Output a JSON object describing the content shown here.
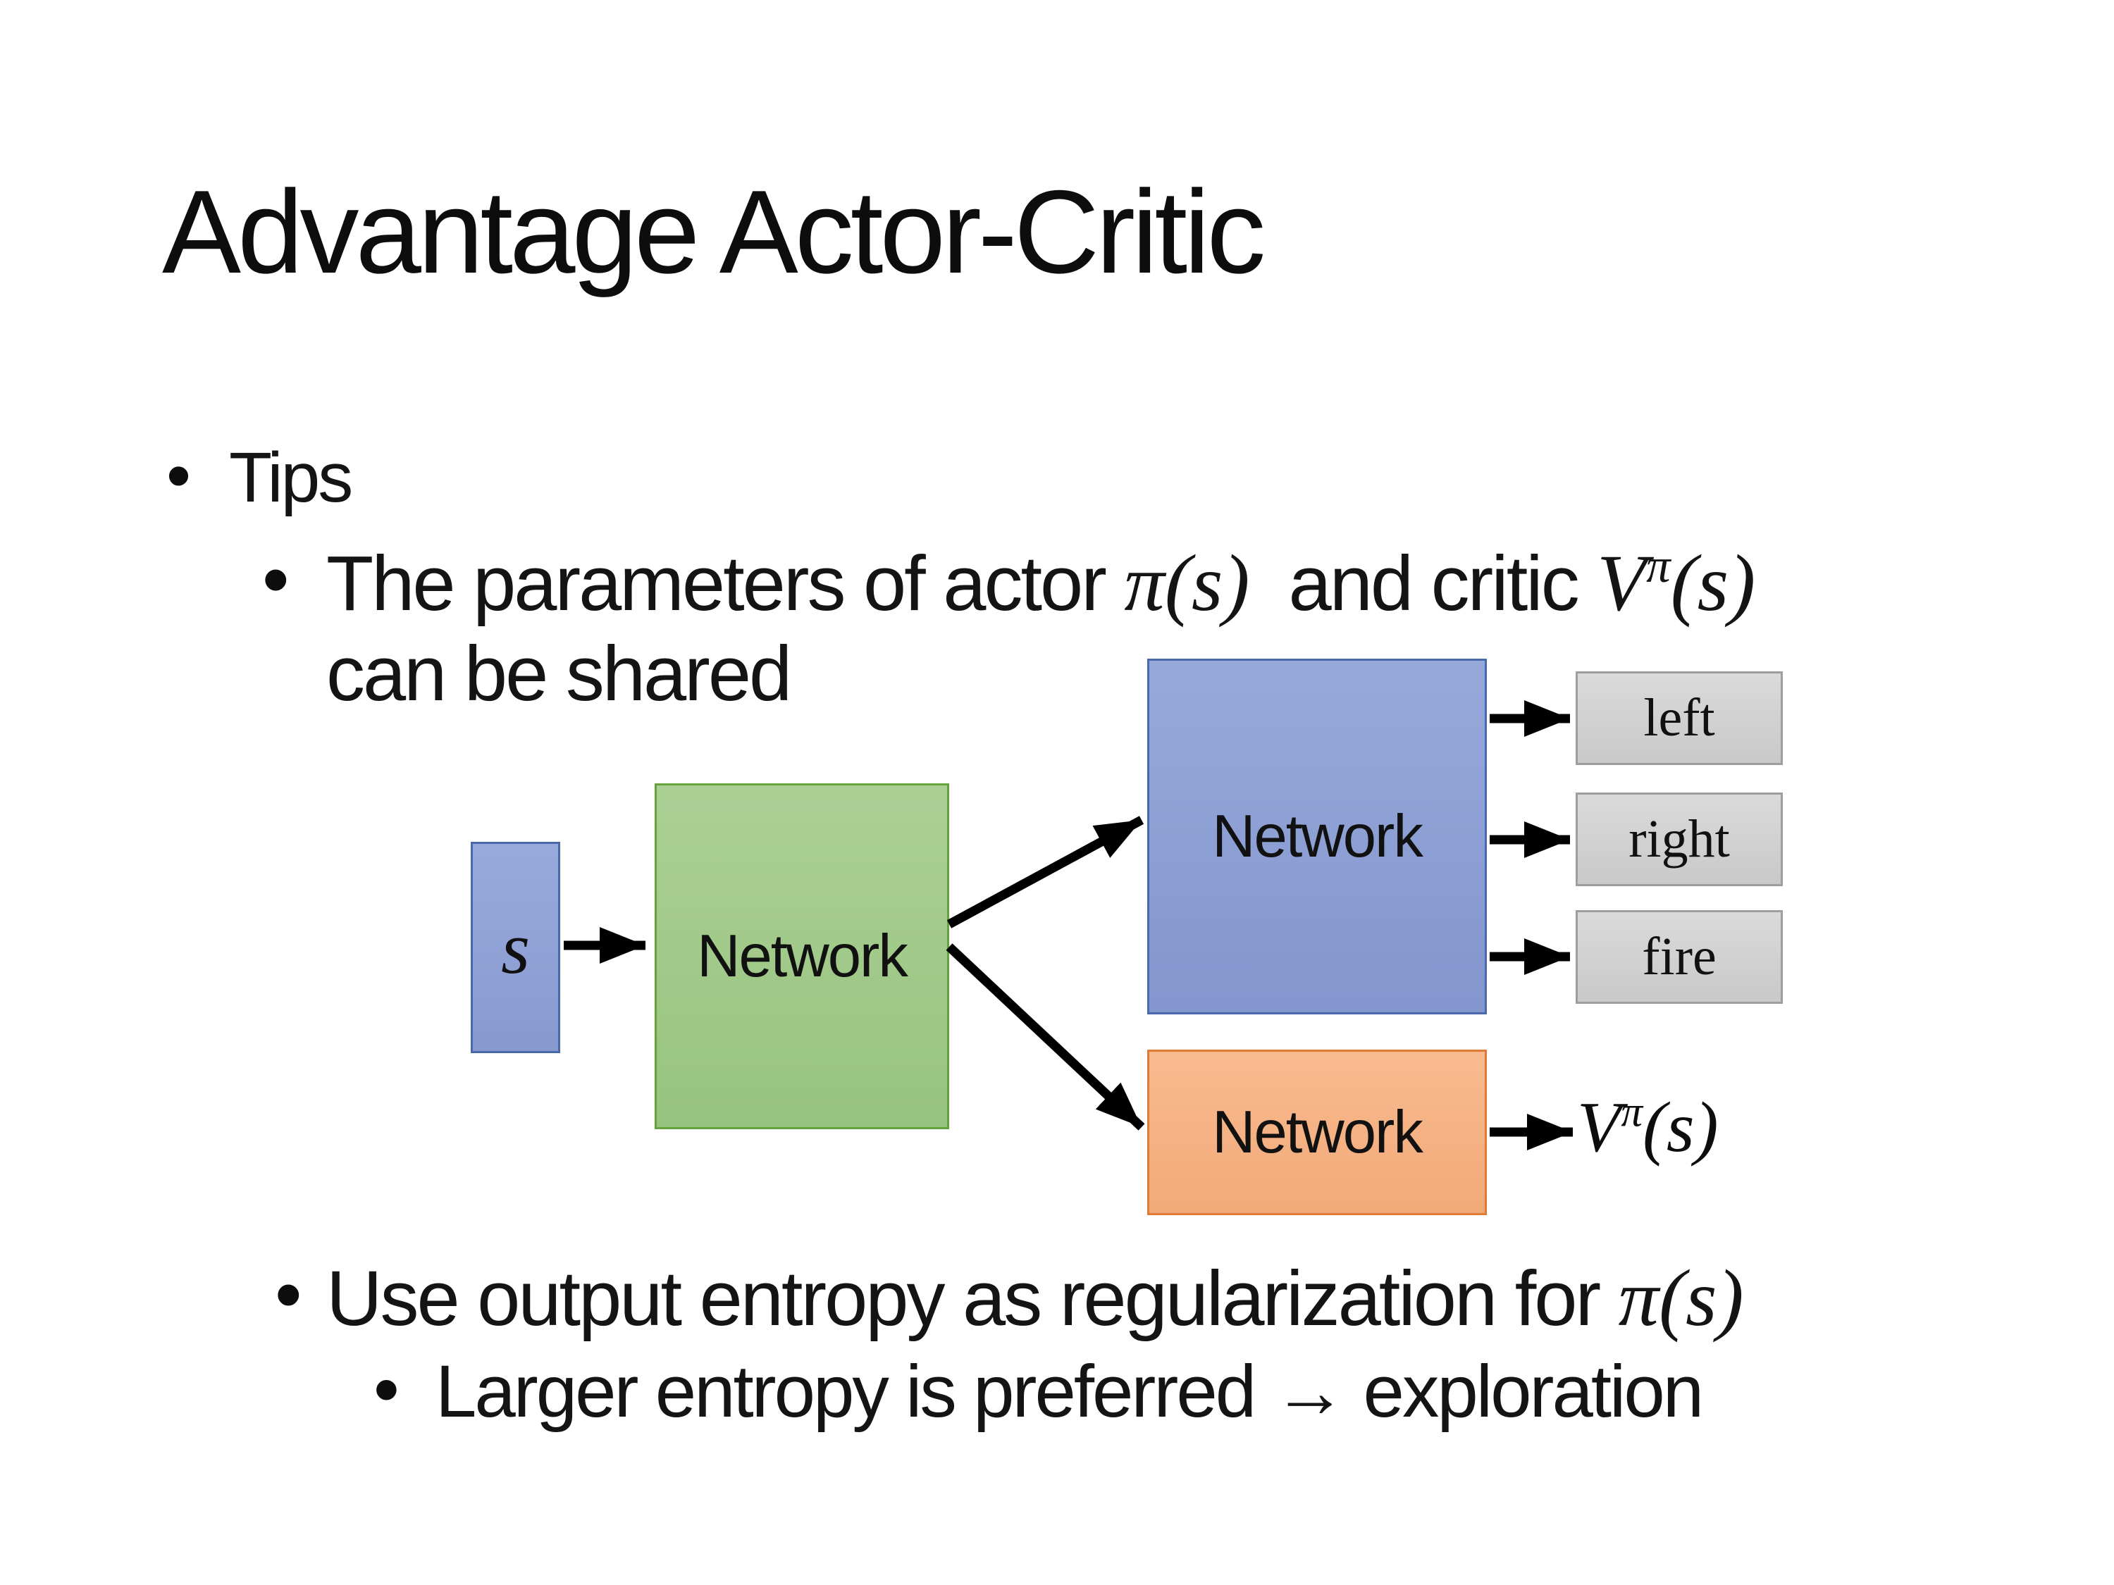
{
  "slide": {
    "title": "Advantage Actor-Critic",
    "bullet_glyph": "•",
    "tips_label": "Tips",
    "sub1": {
      "pre": "The parameters of actor ",
      "math_actor": "π(s)",
      "mid": "  and critic ",
      "v_base": "V",
      "v_sup": "π",
      "v_args": "(s)",
      "line2": "can be shared"
    },
    "sub2": {
      "pre": "Use output entropy as regularization for ",
      "math": "π(s)"
    },
    "sub3": "Larger entropy is preferred → exploration",
    "diagram": {
      "state_label": "s",
      "shared_network_label": "Network",
      "actor_network_label": "Network",
      "critic_network_label": "Network",
      "actions": [
        "left",
        "right",
        "fire"
      ],
      "value": {
        "base": "V",
        "sup": "π",
        "args": "(s)"
      },
      "colors": {
        "state_fill": "#92a5d8",
        "state_border": "#4a69ad",
        "shared_fill": "#a3cb8c",
        "shared_border": "#65a33c",
        "actor_fill": "#8fa3d6",
        "actor_border": "#4a69ad",
        "critic_fill": "#f5b083",
        "critic_border": "#e07b35",
        "action_fill": "#d2d2d2",
        "action_border": "#9e9e9e",
        "arrow": "#000000"
      }
    }
  }
}
